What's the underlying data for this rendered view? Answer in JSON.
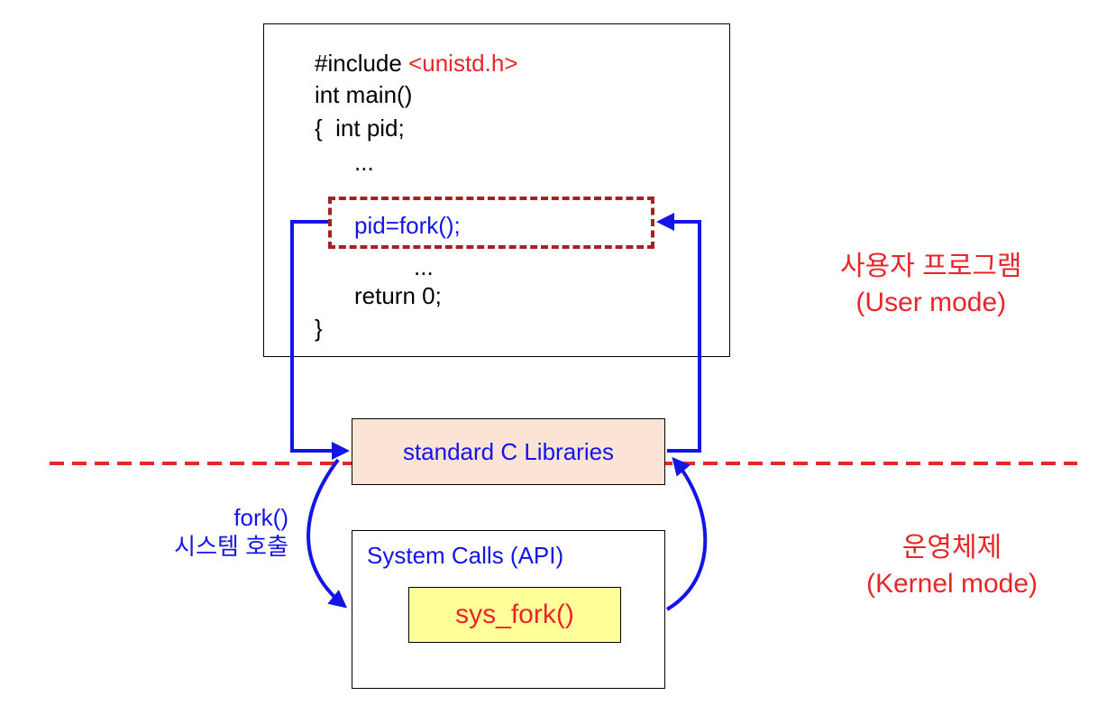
{
  "code": {
    "include_prefix": "#include ",
    "include_header": "<unistd.h>",
    "main_signature": "int main()",
    "decl": "{  int pid;",
    "ellipsis_1": "...",
    "fork_call": "pid=fork();",
    "ellipsis_2": "...",
    "return_stmt": "return 0;",
    "close_brace": "}"
  },
  "library": {
    "label": "standard C Libraries"
  },
  "system_calls": {
    "title": "System Calls (API)",
    "handler": "sys_fork()"
  },
  "user_side": {
    "line1": "사용자 프로그램",
    "line2": "(User mode)"
  },
  "kernel_side": {
    "line1": "운영체제",
    "line2": "(Kernel mode)"
  },
  "call_label": {
    "line1": "fork()",
    "line2": "시스템 호출"
  },
  "colors": {
    "accent_red": "#e8262a",
    "accent_blue": "#1414e6",
    "dashed_box": "#a32323",
    "library_fill": "#fbe4d6",
    "handler_fill": "#ffff99"
  }
}
